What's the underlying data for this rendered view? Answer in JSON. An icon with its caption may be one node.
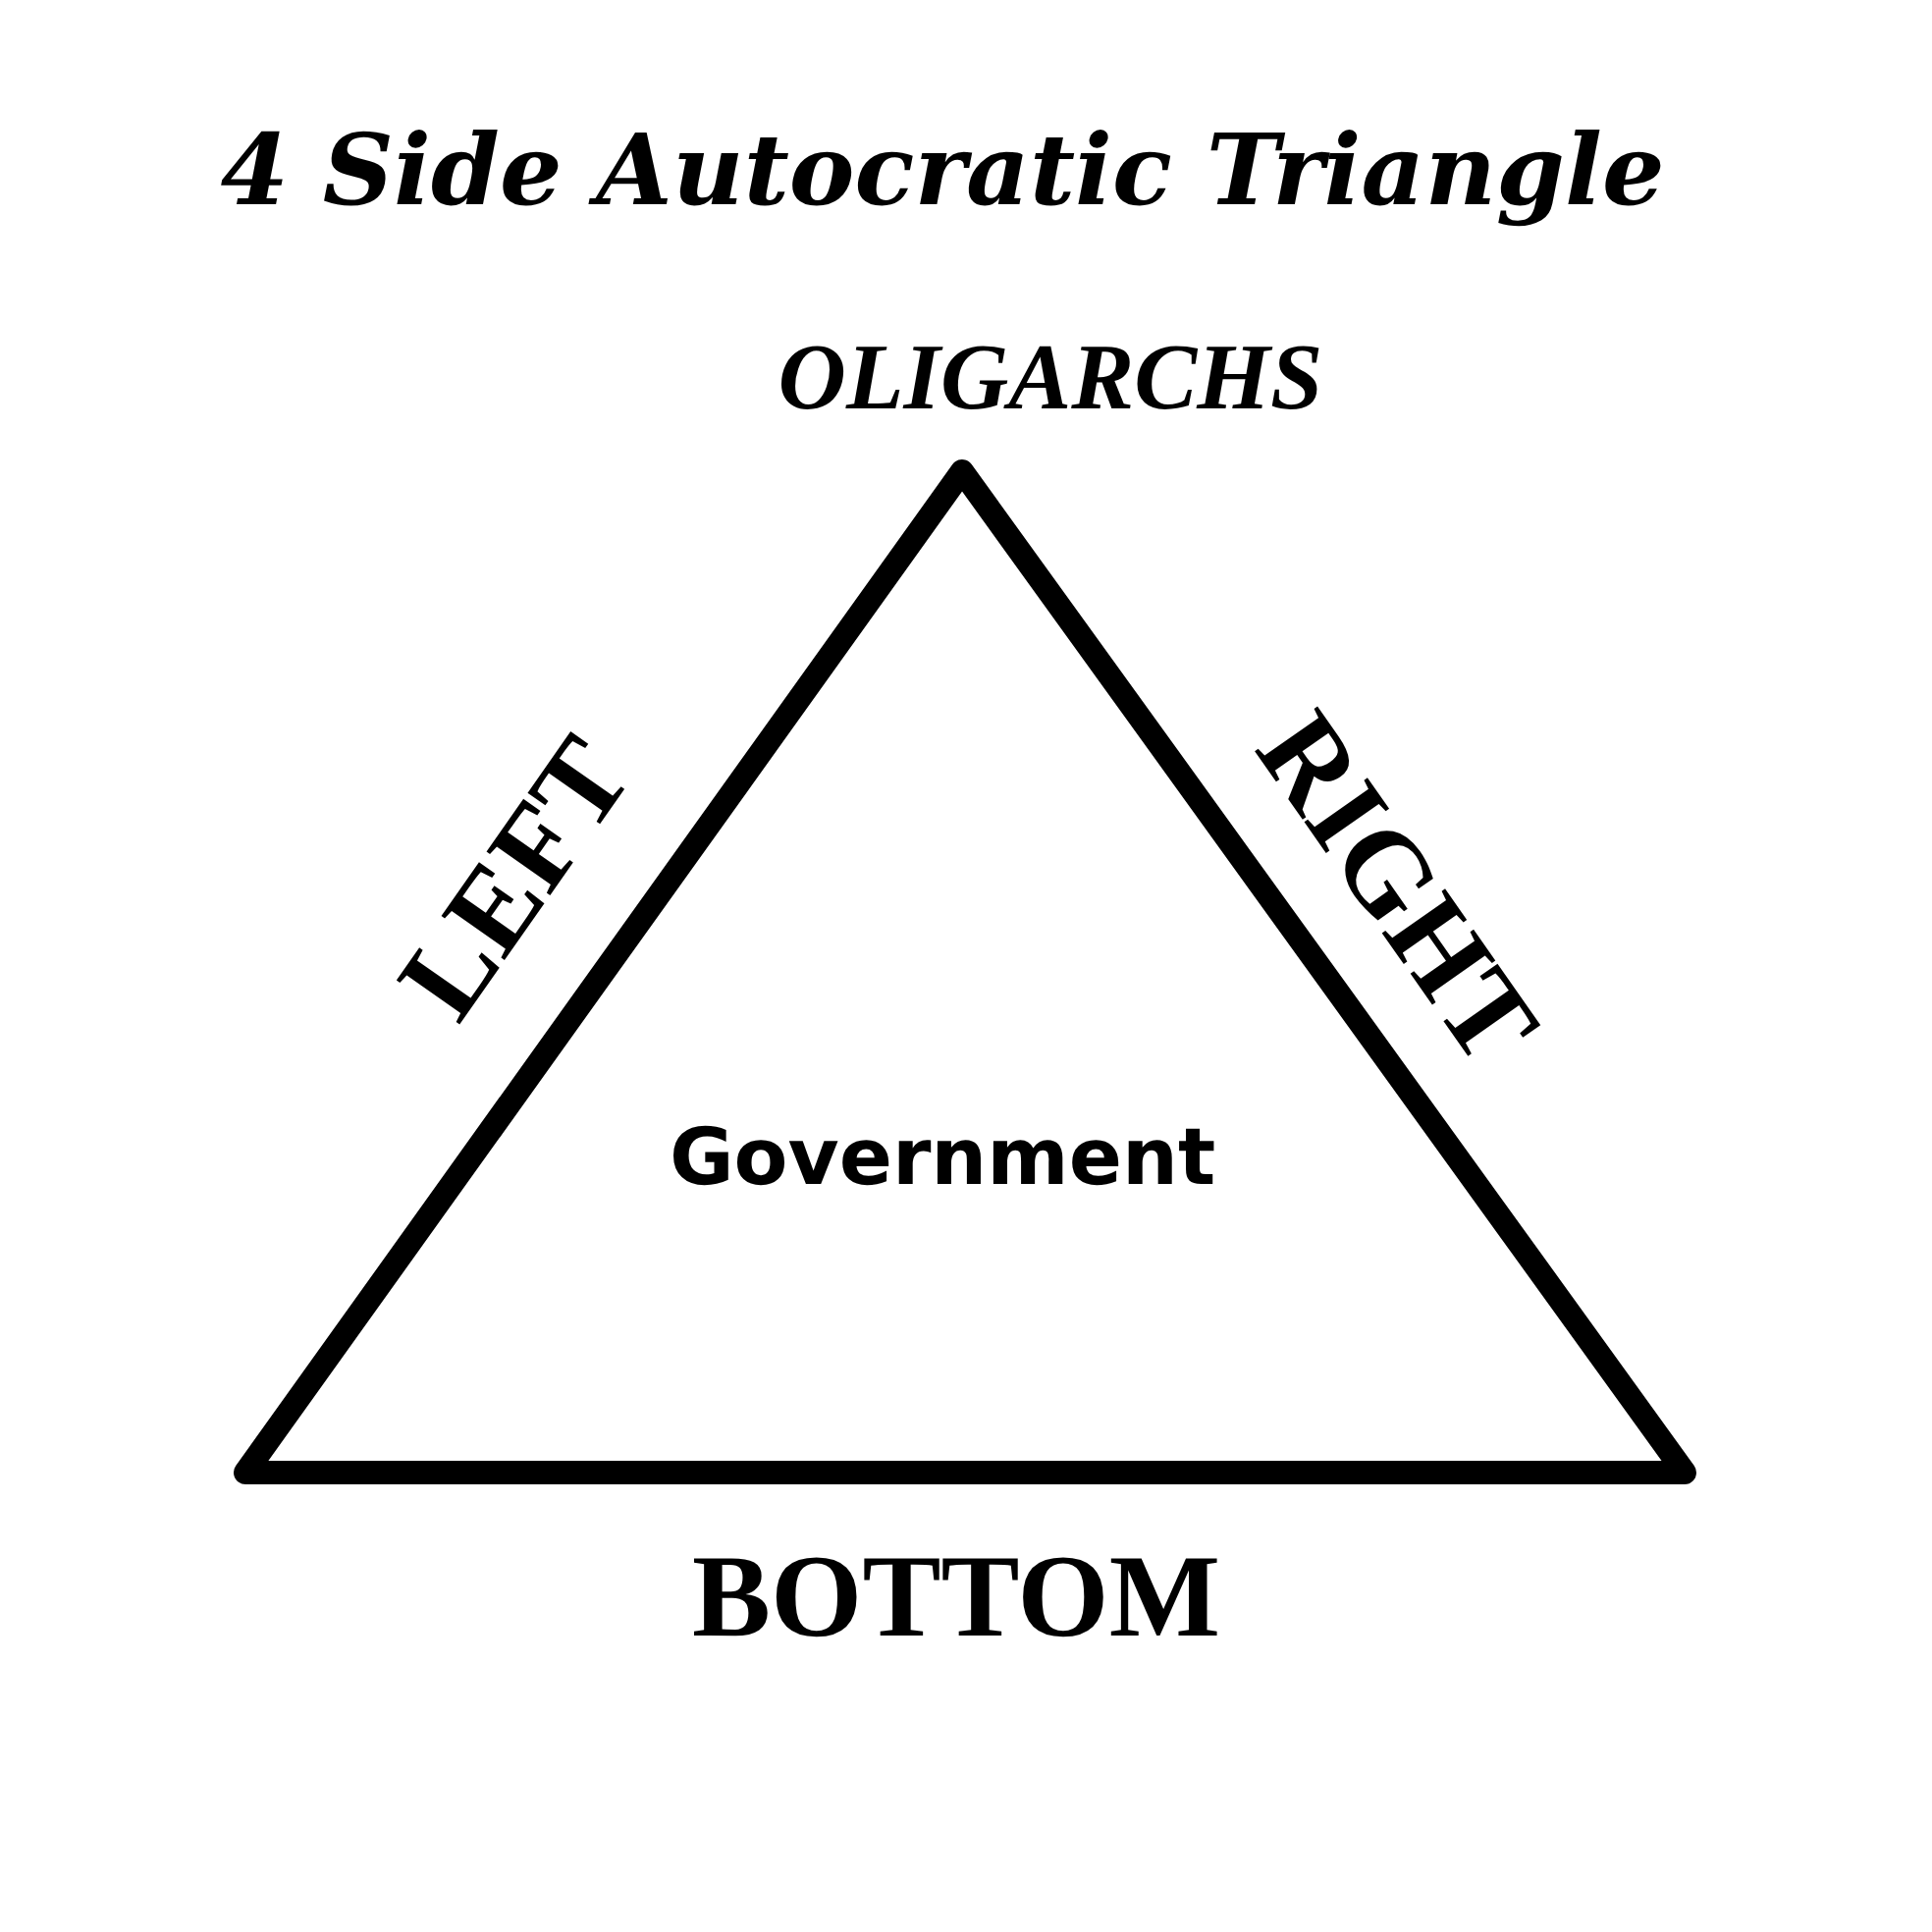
{
  "diagram": {
    "title": "4 Side Autocratic Triangle",
    "nodes": [
      {
        "text": [
          "Government"
        ],
        "beside": [
          "OLIGARCHS",
          "LEFT",
          "RIGHT",
          "BOTTOM"
        ]
      }
    ]
  }
}
